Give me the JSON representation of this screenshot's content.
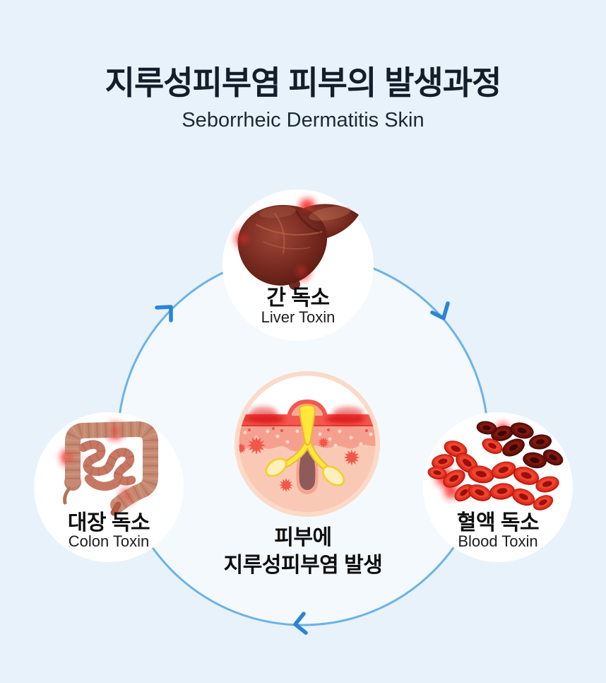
{
  "page": {
    "background_color": "#e8f2fb",
    "cycle_line_color": "#6cb3e6",
    "arrow_color": "#2b84d4",
    "node_circle_color": "#ffffff"
  },
  "header": {
    "title": "지루성피부염 피부의 발생과정",
    "subtitle": "Seborrheic Dermatitis Skin"
  },
  "cycle": {
    "direction": "clockwise",
    "nodes": [
      {
        "id": "liver",
        "position": "top",
        "icon": "liver-icon",
        "label_ko": "간 독소",
        "label_en": "Liver Toxin"
      },
      {
        "id": "colon",
        "position": "left",
        "icon": "colon-icon",
        "label_ko": "대장 독소",
        "label_en": "Colon Toxin"
      },
      {
        "id": "blood",
        "position": "right",
        "icon": "blood-cells-icon",
        "label_ko": "혈액 독소",
        "label_en": "Blood Toxin"
      }
    ],
    "center": {
      "icon": "inflamed-skin-icon",
      "caption_line1": "피부에",
      "caption_line2": "지루성피부염 발생"
    }
  }
}
